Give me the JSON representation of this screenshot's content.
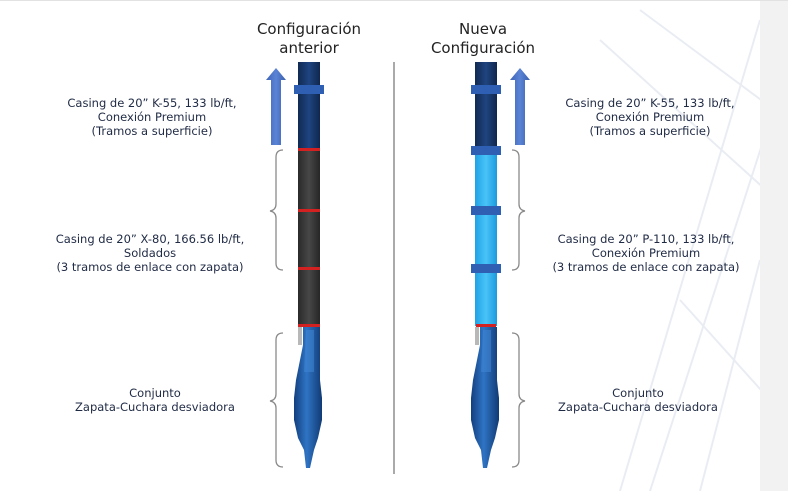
{
  "titles": {
    "left": [
      "Configuración",
      "anterior"
    ],
    "right": [
      "Nueva",
      "Configuración"
    ]
  },
  "left": {
    "casing_top": [
      "Casing de 20” K-55, 133 lb/ft,",
      "Conexión Premium",
      "(Tramos a superficie)"
    ],
    "casing_mid": [
      "Casing de 20” X-80, 166.56 lb/ft,",
      "Soldados",
      "(3 tramos de enlace con zapata)"
    ],
    "shoe": [
      "Conjunto",
      "Zapata-Cuchara desviadora"
    ]
  },
  "right": {
    "casing_top": [
      "Casing de 20” K-55, 133 lb/ft,",
      "Conexión Premium",
      "(Tramos a superficie)"
    ],
    "casing_mid": [
      "Casing de 20” P-110, 133 lb/ft,",
      "Conexión Premium",
      "(3 tramos de enlace con zapata)"
    ],
    "shoe": [
      "Conjunto",
      "Zapata-Cuchara desviadora"
    ]
  },
  "colors": {
    "upper_casing": "#1b3a6b",
    "x80_casing": "#3a3a3a",
    "p110_casing": "#29aef0",
    "coupling": "#2e5fb3",
    "weld": "#d32020",
    "arrow": "#4a72c4",
    "shoe": "#1d5fa8"
  }
}
